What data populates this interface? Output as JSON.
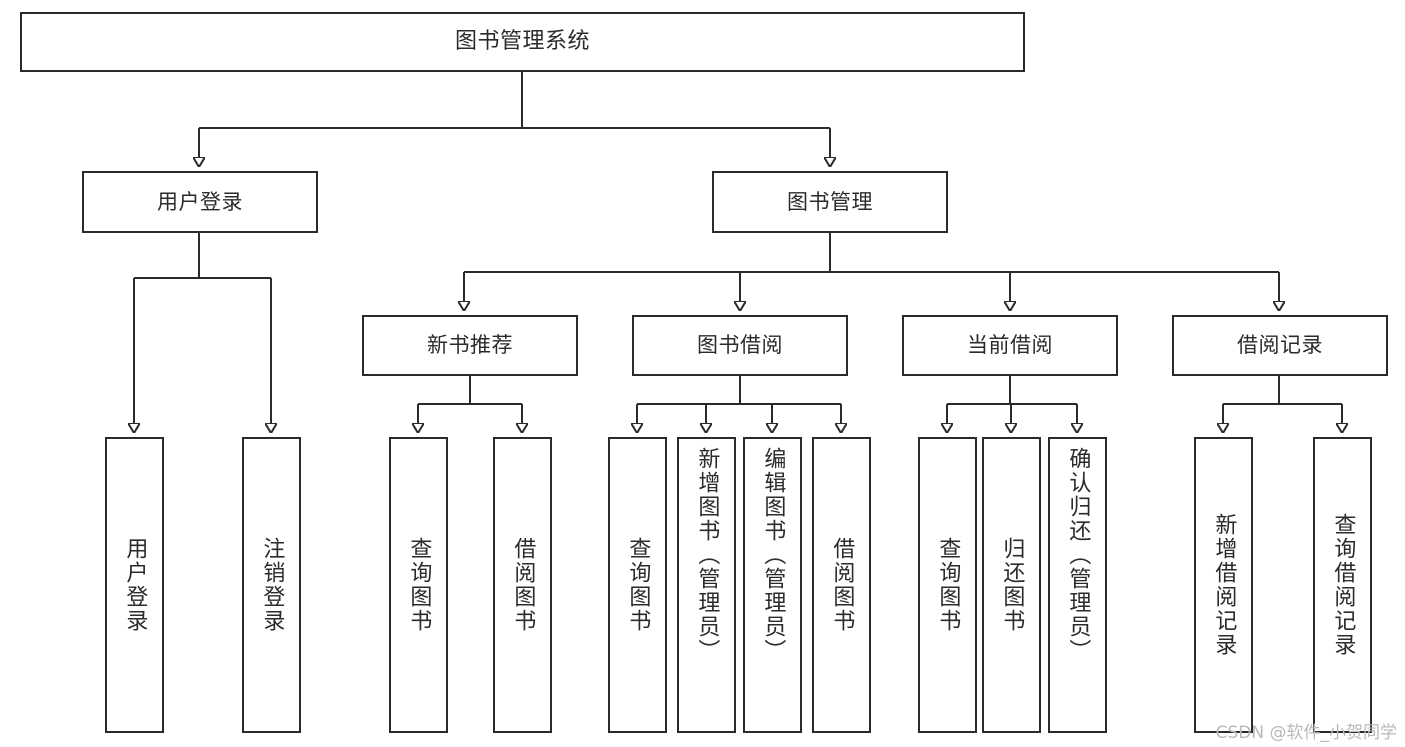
{
  "diagram": {
    "type": "tree",
    "title": "图书管理系统",
    "watermark": "CSDN @软件_小贺同学",
    "colors": {
      "stroke": "#2b2b2b",
      "fill": "#ffffff",
      "text": "#2b2b2b",
      "watermark": "#b9b9b9"
    },
    "root": {
      "label": "图书管理系统"
    },
    "level1": [
      {
        "label": "用户登录"
      },
      {
        "label": "图书管理"
      }
    ],
    "level2": [
      {
        "label": "新书推荐"
      },
      {
        "label": "图书借阅"
      },
      {
        "label": "当前借阅"
      },
      {
        "label": "借阅记录"
      }
    ],
    "leaves": {
      "user_login": [
        {
          "label": "用户登录"
        },
        {
          "label": "注销登录"
        }
      ],
      "new_book": [
        {
          "label": "查询图书"
        },
        {
          "label": "借阅图书"
        }
      ],
      "borrow": [
        {
          "label": "查询图书"
        },
        {
          "label": "新增图书（管理员）"
        },
        {
          "label": "编辑图书（管理员）"
        },
        {
          "label": "借阅图书"
        }
      ],
      "current": [
        {
          "label": "查询图书"
        },
        {
          "label": "归还图书"
        },
        {
          "label": "确认归还（管理员）"
        }
      ],
      "records": [
        {
          "label": "新增借阅记录"
        },
        {
          "label": "查询借阅记录"
        }
      ]
    }
  }
}
